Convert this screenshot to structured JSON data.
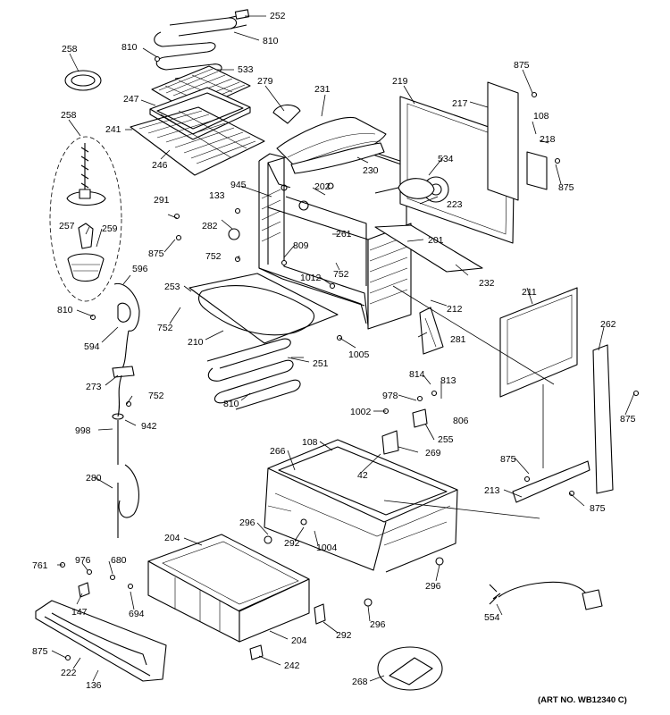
{
  "art_number": "(ART NO. WB12340 C)",
  "callouts": {
    "c252": "252",
    "c810a": "810",
    "c810b": "810",
    "c533": "533",
    "c279": "279",
    "c231": "231",
    "c219": "219",
    "c217": "217",
    "c875a": "875",
    "c108a": "108",
    "c218": "218",
    "c875b": "875",
    "c258a": "258",
    "c258b": "258",
    "c247": "247",
    "c241": "241",
    "c246": "246",
    "c534": "534",
    "c230": "230",
    "c223": "223",
    "c945": "945",
    "c202": "202",
    "c133": "133",
    "c291": "291",
    "c282": "282",
    "c257": "257",
    "c259": "259",
    "c875c": "875",
    "c752a": "752",
    "c809": "809",
    "c261": "261",
    "c752b": "752",
    "c201": "201",
    "c232": "232",
    "c211": "211",
    "c596": "596",
    "c1012": "1012",
    "c253": "253",
    "c212": "212",
    "c262": "262",
    "c810c": "810",
    "c752c": "752",
    "c210": "210",
    "c281": "281",
    "c594": "594",
    "c1005": "1005",
    "c251": "251",
    "c273": "273",
    "c810d": "810",
    "c752d": "752",
    "c814": "814",
    "c813": "813",
    "c978": "978",
    "c875d": "875",
    "c942": "942",
    "c1002": "1002",
    "c806": "806",
    "c998": "998",
    "c255": "255",
    "c266": "266",
    "c108b": "108",
    "c269": "269",
    "c42": "42",
    "c875e": "875",
    "c280": "280",
    "c213": "213",
    "c875f": "875",
    "c296a": "296",
    "c292a": "292",
    "c1004": "1004",
    "c204a": "204",
    "c761": "761",
    "c976": "976",
    "c680": "680",
    "c296b": "296",
    "c147": "147",
    "c694": "694",
    "c554": "554",
    "c296c": "296",
    "c292b": "292",
    "c204b": "204",
    "c875g": "875",
    "c222": "222",
    "c136": "136",
    "c242": "242",
    "c268": "268"
  }
}
